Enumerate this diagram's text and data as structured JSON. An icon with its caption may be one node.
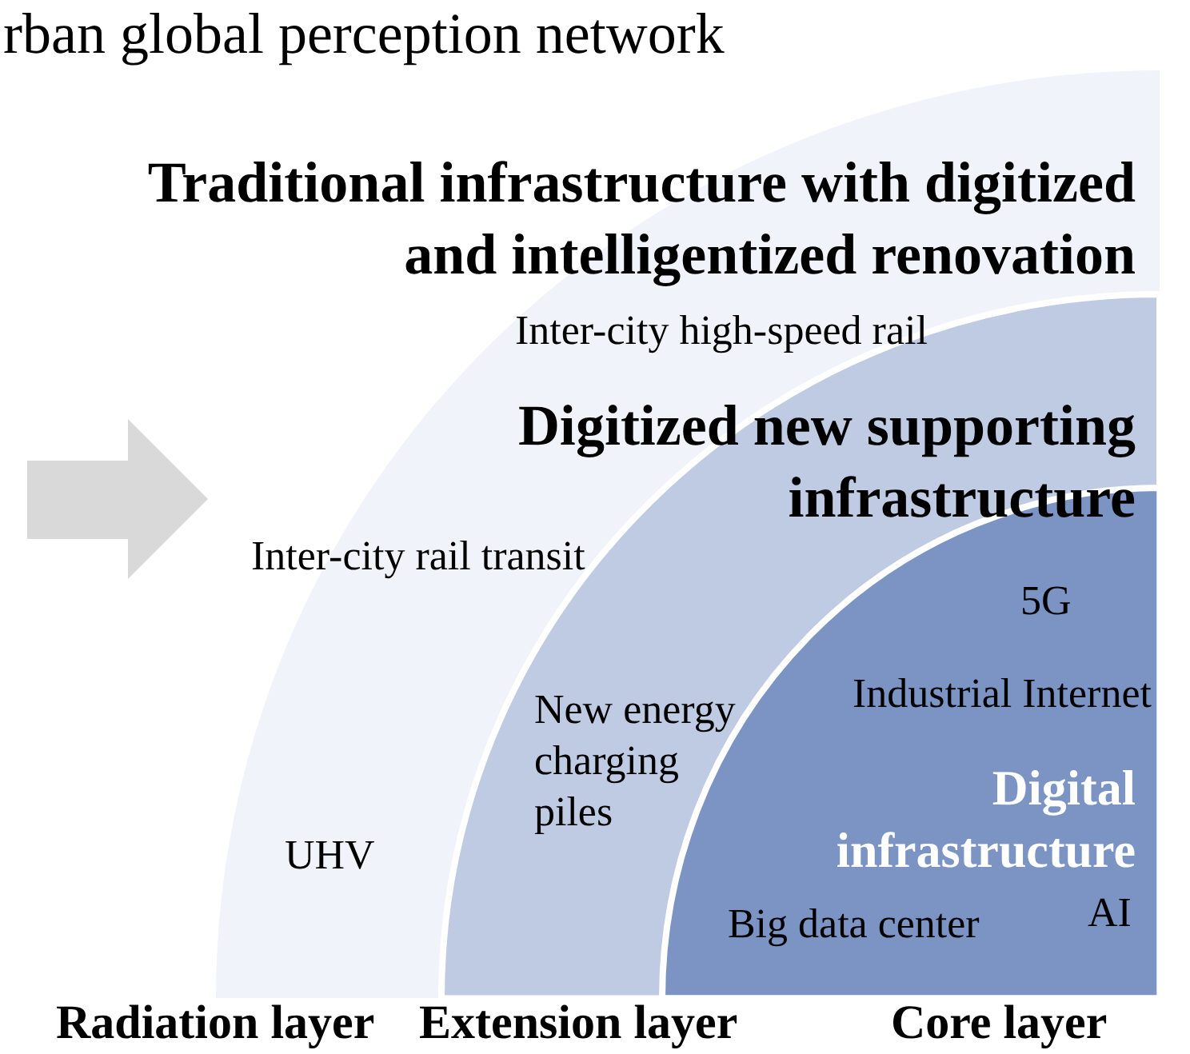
{
  "diagram": {
    "title": "rban global perception network",
    "nodes": [
      {
        "text": [
          "Traditional infrastructure with digitized and intelligentized renovation",
          "Inter-city high-speed rail",
          "Inter-city rail transit",
          "UHV"
        ],
        "beside": [
          "Radiation layer"
        ]
      },
      {
        "text": [
          "Digitized new supporting infrastructure",
          "New energy charging piles"
        ],
        "in": 0,
        "beside": [
          "Extension layer"
        ]
      },
      {
        "text": [
          "Digital infrastructure",
          "5G",
          "Industrial Internet",
          "Big data center",
          "AI"
        ],
        "in": 1,
        "beside": [
          "Core layer"
        ]
      }
    ]
  }
}
